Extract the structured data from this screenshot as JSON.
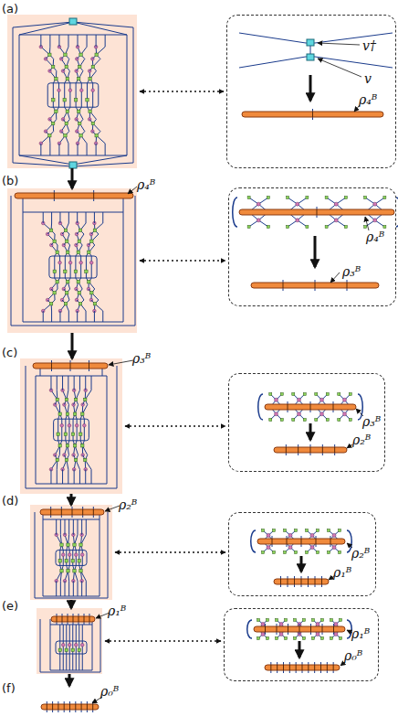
{
  "diagram": {
    "nodes": [
      {
        "text": [
          "(a)"
        ]
      },
      {
        "text": [
          "v†",
          "v",
          "ρ₄ᴮ"
        ]
      },
      {
        "text": [
          "(b)",
          "ρ₄ᴮ"
        ]
      },
      {
        "text": [
          "ρ₄ᴮ",
          "ρ₃ᴮ"
        ]
      },
      {
        "text": [
          "(c)",
          "ρ₃ᴮ"
        ]
      },
      {
        "text": [
          "ρ₃ᴮ",
          "ρ₂ᴮ"
        ]
      },
      {
        "text": [
          "(d)",
          "ρ₂ᴮ"
        ]
      },
      {
        "text": [
          "ρ₂ᴮ",
          "ρ₁ᴮ"
        ]
      },
      {
        "text": [
          "(e)",
          "ρ₁ᴮ"
        ]
      },
      {
        "text": [
          "ρ₁ᴮ",
          "ρ₀ᴮ"
        ]
      },
      {
        "text": [
          "(f)",
          "ρ₀ᴮ"
        ]
      }
    ],
    "edges": [
      {
        "from": 0,
        "to": 1,
        "arrow": "both"
      },
      {
        "from": 0,
        "to": 2,
        "arrow": "to"
      },
      {
        "from": 2,
        "to": 3,
        "arrow": "both"
      },
      {
        "from": 2,
        "to": 4,
        "arrow": "to"
      },
      {
        "from": 4,
        "to": 5,
        "arrow": "both"
      },
      {
        "from": 4,
        "to": 6,
        "arrow": "to"
      },
      {
        "from": 6,
        "to": 7,
        "arrow": "both"
      },
      {
        "from": 6,
        "to": 8,
        "arrow": "to"
      },
      {
        "from": 8,
        "to": 9,
        "arrow": "both"
      },
      {
        "from": 8,
        "to": 10,
        "arrow": "to"
      }
    ]
  }
}
